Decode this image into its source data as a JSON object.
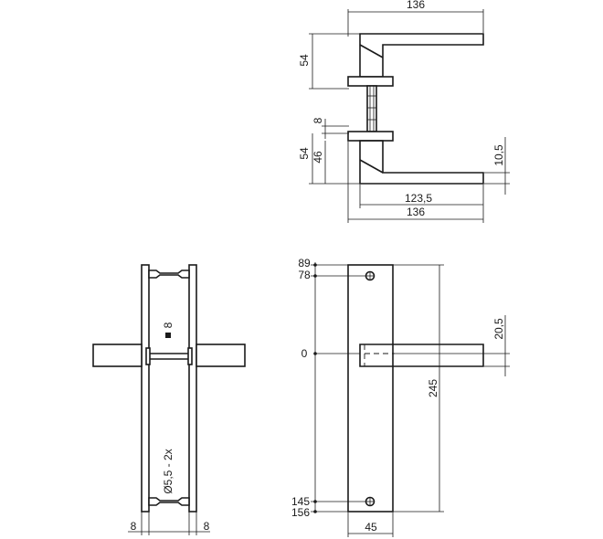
{
  "top_view": {
    "total_length": "136",
    "height_upper": "54",
    "rose_thickness": "8",
    "height_lower": "54",
    "height_lower_inner": "46",
    "grip_thickness": "10,5",
    "lever_length_inner": "123,5",
    "lever_length_total": "136"
  },
  "side_view": {
    "spindle_size": "8",
    "screw_note": "Ø5,5 - 2x",
    "plate_thickness_left": "8",
    "plate_thickness_right": "8"
  },
  "front_view": {
    "top_edge": "89",
    "top_screw": "78",
    "origin": "0",
    "lever_offset": "20,5",
    "plate_height": "245",
    "bottom_screw": "145",
    "bottom_edge": "156",
    "plate_width": "45"
  }
}
